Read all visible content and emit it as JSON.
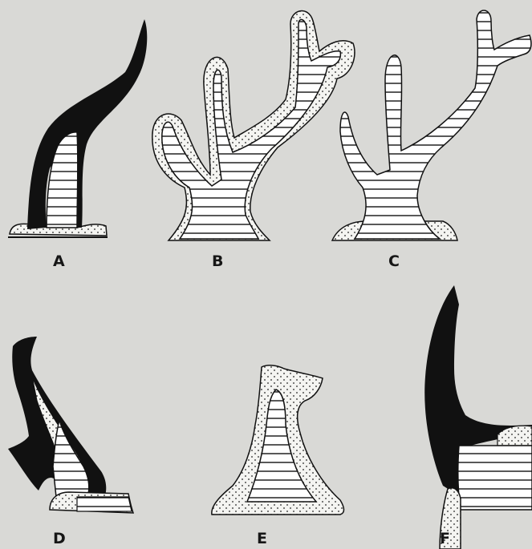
{
  "figure": {
    "background": "#d9d9d6",
    "ink": "#111111",
    "dots": "#222222",
    "panels": [
      {
        "id": "a",
        "label": "A",
        "content": [
          "dark-sheath",
          "striped-core",
          "stippled-base"
        ]
      },
      {
        "id": "b",
        "label": "B",
        "content": [
          "stippled-coat",
          "striped-core",
          "branched"
        ]
      },
      {
        "id": "c",
        "label": "C",
        "content": [
          "striped-core",
          "branched",
          "stippled-base"
        ]
      },
      {
        "id": "d",
        "label": "D",
        "content": [
          "dark-sheath",
          "striped-core",
          "stippled-base"
        ]
      },
      {
        "id": "e",
        "label": "E",
        "content": [
          "stippled-cap",
          "striped-core"
        ]
      },
      {
        "id": "f",
        "label": "F",
        "content": [
          "dark-sheath",
          "striped-layers",
          "stippled-base"
        ]
      }
    ]
  }
}
